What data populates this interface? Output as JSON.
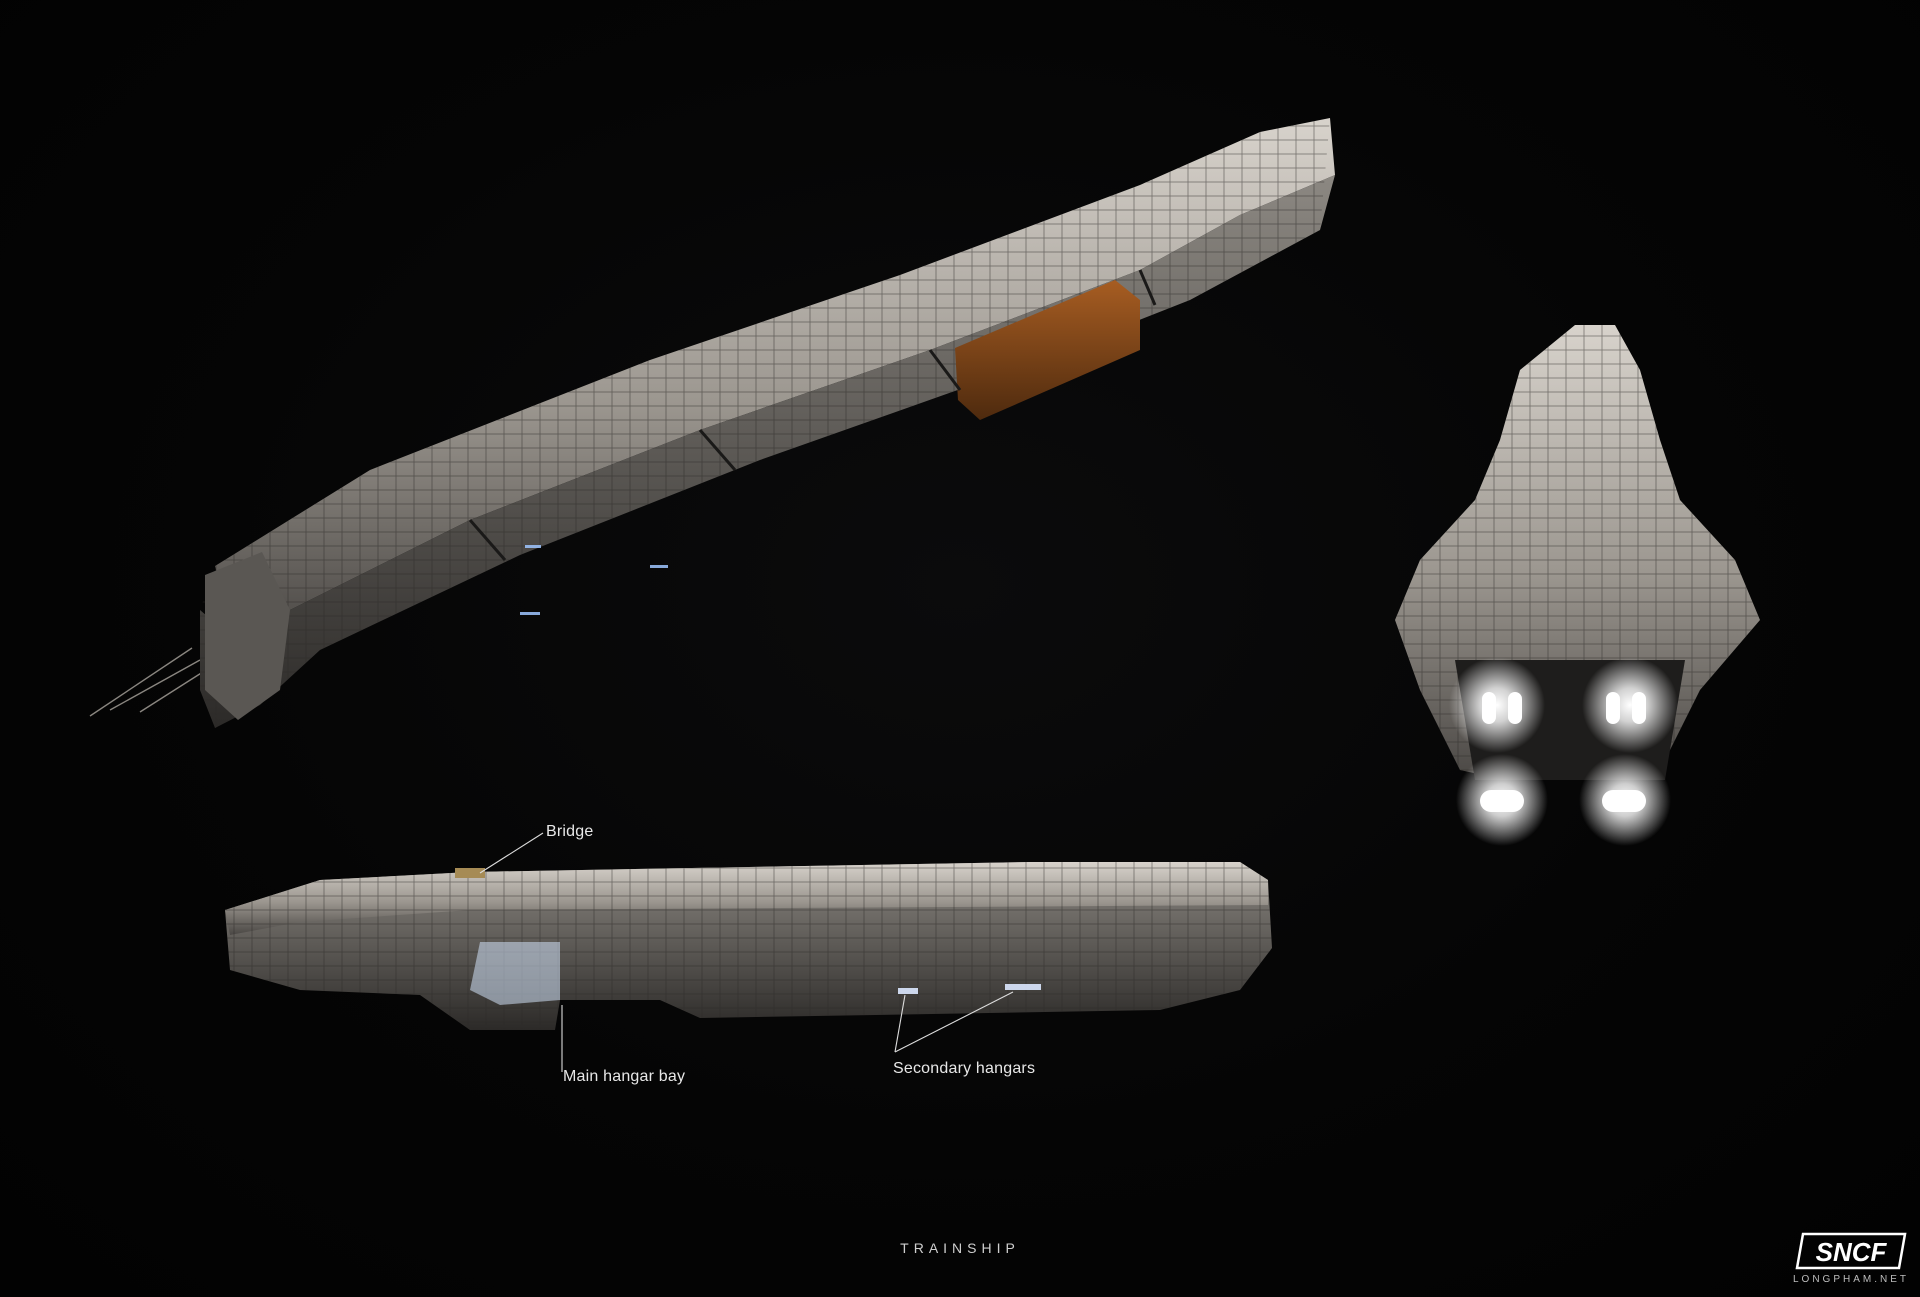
{
  "callouts": {
    "bridge": "Bridge",
    "main_hangar_bay": "Main hangar bay",
    "secondary_hangars": "Secondary hangars"
  },
  "caption": "TRAINSHIP",
  "logo": {
    "text": "SNCF",
    "site": "LONGPHAM.NET"
  },
  "colors": {
    "background": "#000000",
    "hull": "#b9b4ad",
    "hull_shadow": "#3a3836",
    "cargo": "#8a4a1a",
    "engine_glow": "#ffffff",
    "label_text": "#e8e8e8"
  }
}
